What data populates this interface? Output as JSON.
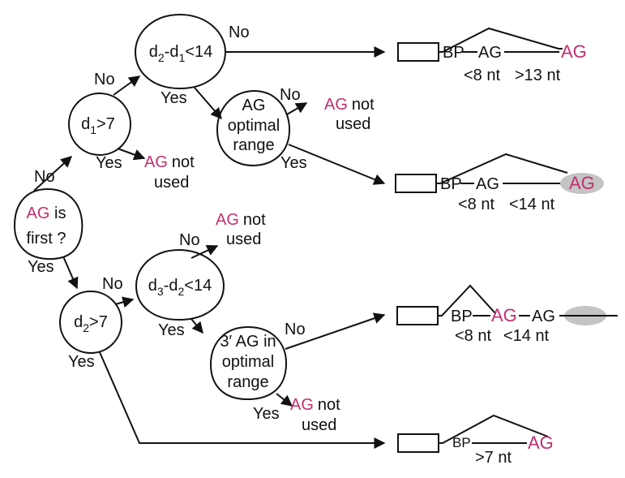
{
  "colors": {
    "accent": "#c0306e",
    "line": "#111111",
    "highlight": "#c4c4c4"
  },
  "terms": {
    "ag": "AG",
    "bp": "BP",
    "not_used": "not",
    "used": "used",
    "yes": "Yes",
    "no": "No"
  },
  "nodes": {
    "start": {
      "ag": "AG",
      "line1": " is",
      "line2": "first ?"
    },
    "d1_test": {
      "d": "d",
      "sub": "1",
      "rest": ">7"
    },
    "diff21": {
      "d1": "d",
      "s1": "2",
      "mid": "-d",
      "s2": "1",
      "rest": "<14"
    },
    "optimal1": {
      "ag": "AG",
      "line2": "optimal",
      "line3": "range"
    },
    "d2_test": {
      "d": "d",
      "sub": "2",
      "rest": ">7"
    },
    "diff32": {
      "d1": "d",
      "s1": "3",
      "mid": "-d",
      "s2": "2",
      "rest": "<14"
    },
    "optimal2": {
      "line1": "3′ AG in",
      "line2": "optimal",
      "line3": "range"
    }
  },
  "outcomes": {
    "o1": {
      "d1": "<8 nt",
      "d2": ">13 nt"
    },
    "o2": {
      "d1": "<8 nt",
      "d2": "<14 nt"
    },
    "o3": {
      "d1": "<8 nt",
      "d2": "<14 nt"
    },
    "o4": {
      "d1": ">7 nt"
    }
  }
}
